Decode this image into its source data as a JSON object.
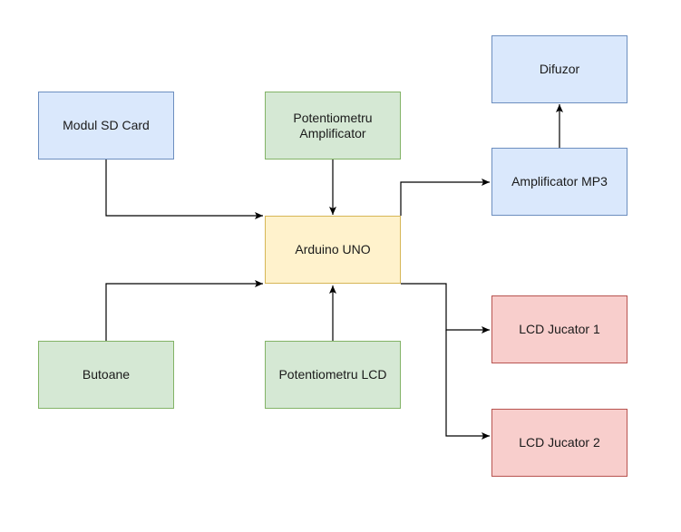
{
  "nodes": {
    "modul_sd": {
      "label": "Modul SD Card",
      "fill": "#dae8fc",
      "stroke": "#6c8ebf"
    },
    "pot_amp": {
      "label": "Potentiometru\nAmplificator",
      "fill": "#d5e8d4",
      "stroke": "#82b366"
    },
    "arduino": {
      "label": "Arduino UNO",
      "fill": "#fff2cc",
      "stroke": "#d6b656"
    },
    "butoane": {
      "label": "Butoane",
      "fill": "#d5e8d4",
      "stroke": "#82b366"
    },
    "pot_lcd": {
      "label": "Potentiometru LCD",
      "fill": "#d5e8d4",
      "stroke": "#82b366"
    },
    "difuzor": {
      "label": "Difuzor",
      "fill": "#dae8fc",
      "stroke": "#6c8ebf"
    },
    "amplificator": {
      "label": "Amplificator MP3",
      "fill": "#dae8fc",
      "stroke": "#6c8ebf"
    },
    "lcd1": {
      "label": "LCD Jucator 1",
      "fill": "#f8cecc",
      "stroke": "#b85450"
    },
    "lcd2": {
      "label": "LCD Jucator 2",
      "fill": "#f8cecc",
      "stroke": "#b85450"
    }
  },
  "edges": [
    {
      "from": "modul_sd",
      "to": "arduino"
    },
    {
      "from": "pot_amp",
      "to": "arduino"
    },
    {
      "from": "butoane",
      "to": "arduino"
    },
    {
      "from": "pot_lcd",
      "to": "arduino"
    },
    {
      "from": "arduino",
      "to": "amplificator"
    },
    {
      "from": "amplificator",
      "to": "difuzor"
    },
    {
      "from": "arduino",
      "to": "lcd1"
    },
    {
      "from": "arduino",
      "to": "lcd2"
    }
  ],
  "line_color": "#000000"
}
